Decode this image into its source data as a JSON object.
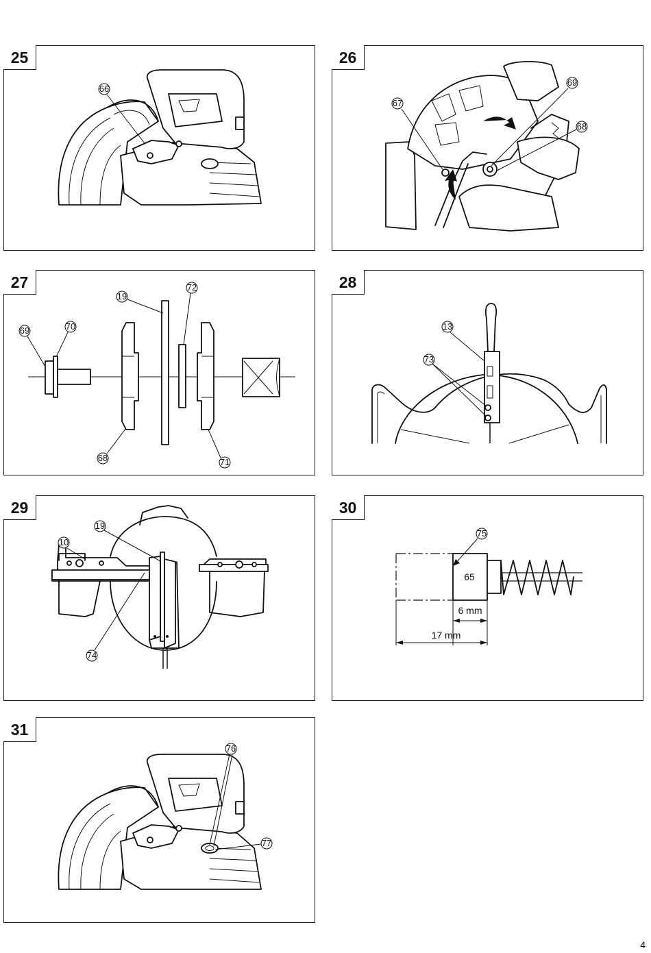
{
  "page_number": "4",
  "figures": [
    {
      "number": "25",
      "callouts": [
        "66"
      ]
    },
    {
      "number": "26",
      "callouts": [
        "69",
        "67",
        "68"
      ]
    },
    {
      "number": "27",
      "callouts": [
        "19",
        "72",
        "69",
        "70",
        "68",
        "71"
      ]
    },
    {
      "number": "28",
      "callouts": [
        "13",
        "73"
      ]
    },
    {
      "number": "29",
      "callouts": [
        "19",
        "10",
        "74"
      ]
    },
    {
      "number": "30",
      "callouts": [
        "75"
      ],
      "brush_label": "65",
      "dim_short": "6 mm",
      "dim_long": "17 mm"
    },
    {
      "number": "31",
      "callouts": [
        "76",
        "77"
      ]
    }
  ]
}
